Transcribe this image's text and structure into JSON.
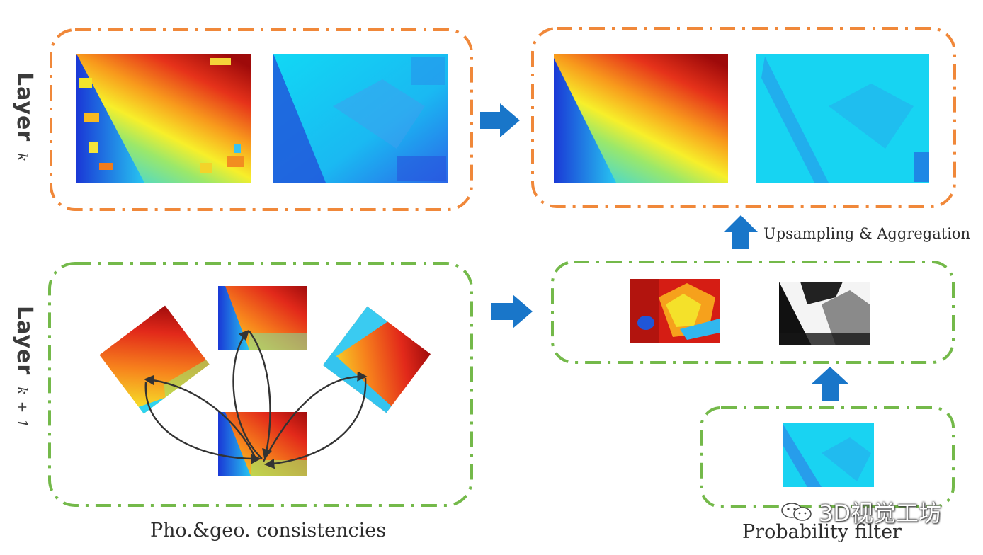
{
  "labels": {
    "layer_k_main": "Layer",
    "layer_k_sub": "k",
    "layer_k1_main": "Layer",
    "layer_k1_sub": "k + 1",
    "upsampling": "Upsampling & Aggregation",
    "pho_geo": "Pho.&geo. consistencies",
    "probability": "Probability filter"
  },
  "watermark": {
    "text": "3D视觉工坊",
    "icon": "wechat-logo-icon"
  },
  "colors": {
    "orange_border": "#f0883a",
    "green_border": "#74b94a",
    "arrow_blue": "#1976c9",
    "curve": "#333333"
  }
}
